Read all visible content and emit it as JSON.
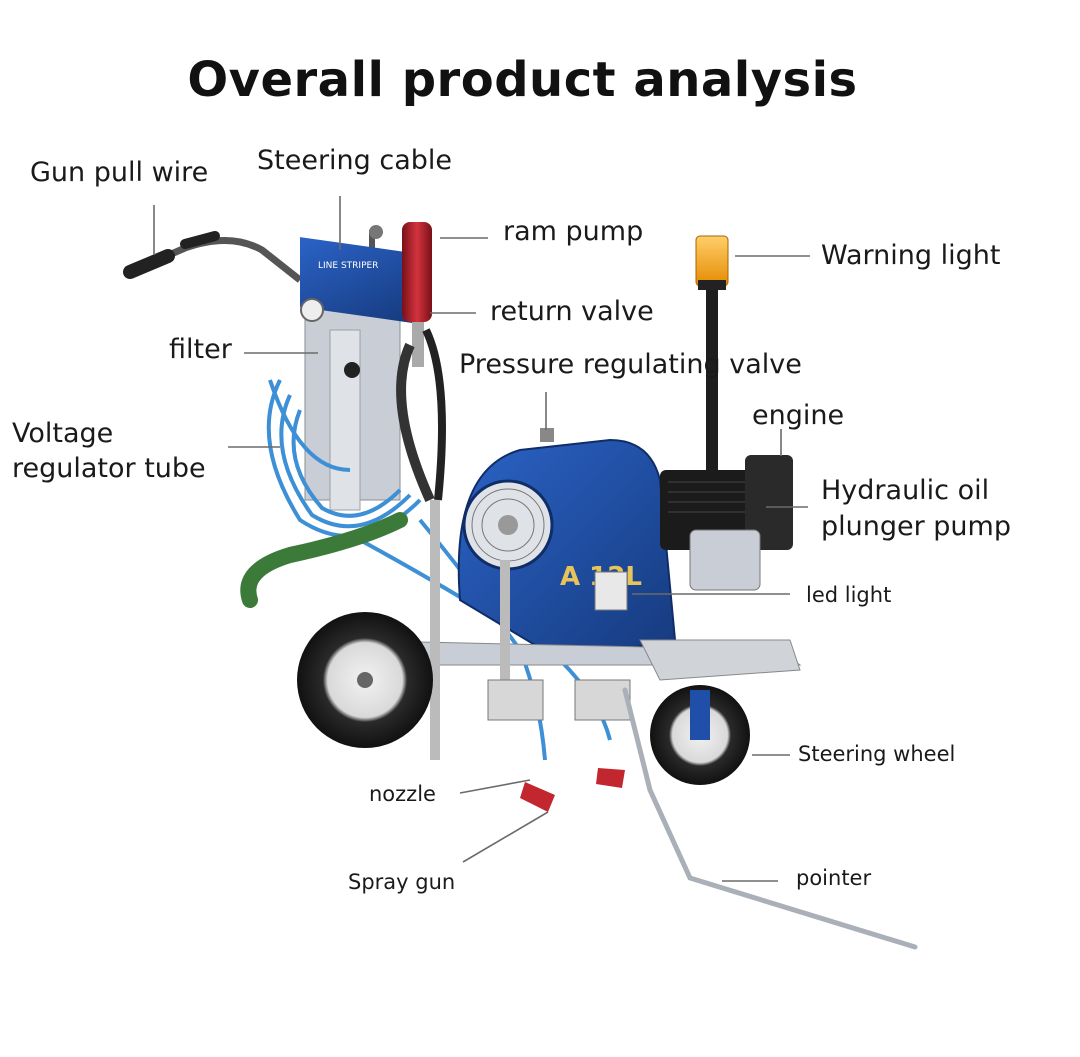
{
  "title": "Overall product analysis",
  "labels": {
    "gun_pull_wire": "Gun pull wire",
    "steering_cable": "Steering cable",
    "ram_pump": "ram pump",
    "warning_light": "Warning light",
    "return_valve": "return valve",
    "filter": "filter",
    "pressure_regulating_valve": "Pressure regulating valve",
    "engine": "engine",
    "voltage_regulator_tube_line1": "Voltage",
    "voltage_regulator_tube_line2": "regulator tube",
    "hydraulic_pump_line1": "Hydraulic oil",
    "hydraulic_pump_line2": "plunger pump",
    "led_light": "led light",
    "steering_wheel": "Steering wheel",
    "nozzle": "nozzle",
    "spray_gun": "Spray gun",
    "pointer": "pointer"
  },
  "machine": {
    "model_badge": "A 12L",
    "panel_text": "LINE STRIPER"
  },
  "colors": {
    "body_blue": "#1f4fa8",
    "body_blue_dark": "#163a7d",
    "hose_blue": "#3d8fd6",
    "hose_green": "#3c7a3a",
    "pump_red": "#b3212b",
    "warning_amber": "#f5a623",
    "engine_black": "#1b1b1b",
    "metal": "#c9ced6",
    "leader_line": "#6b6b6b"
  }
}
